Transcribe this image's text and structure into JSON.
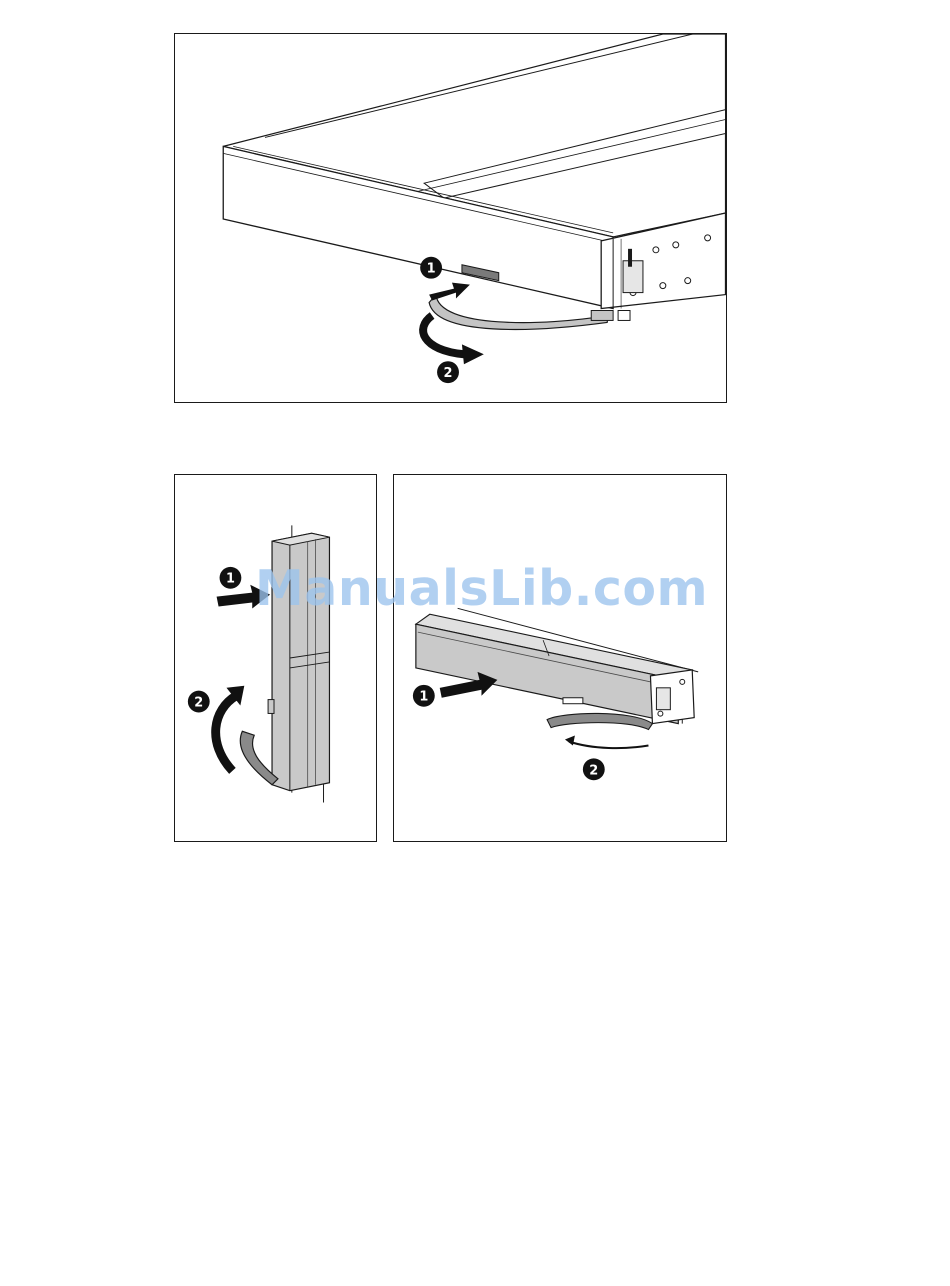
{
  "figures": {
    "top": {
      "callouts": [
        "1",
        "2"
      ]
    },
    "left": {
      "callouts": [
        "1",
        "2"
      ]
    },
    "right": {
      "callouts": [
        "1",
        "2"
      ]
    }
  },
  "watermark": {
    "text": "ManualsLib.com",
    "color": "#9cc4ee"
  },
  "colors": {
    "border": "#1a1a1a",
    "device_fill": "#c9c9c9",
    "device_dark": "#8a8a8a",
    "arrow": "#111111"
  }
}
